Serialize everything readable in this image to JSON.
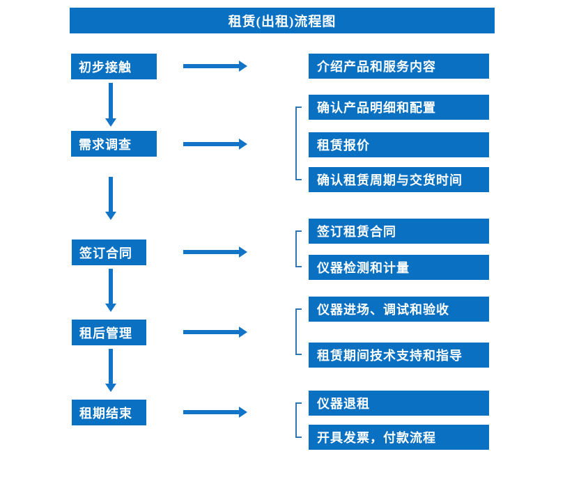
{
  "title": "租赁(出租)流程图",
  "colors": {
    "box_blue": "#0a70c2",
    "arrow_blue": "#1174c6",
    "bracket_blue": "#2e75b6",
    "text_white": "#ffffff"
  },
  "steps": [
    {
      "label": "初步接触",
      "details": [
        "介绍产品和服务内容"
      ]
    },
    {
      "label": "需求调查",
      "details": [
        "确认产品明细和配置",
        "租赁报价",
        "确认租赁周期与交货时间"
      ]
    },
    {
      "label": "签订合同",
      "details": [
        "签订租赁合同",
        "仪器检测和计量"
      ]
    },
    {
      "label": "租后管理",
      "details": [
        "仪器进场、调试和验收",
        "租赁期间技术支持和指导"
      ]
    },
    {
      "label": "租期结束",
      "details": [
        "仪器退租",
        "开具发票，付款流程"
      ]
    }
  ]
}
